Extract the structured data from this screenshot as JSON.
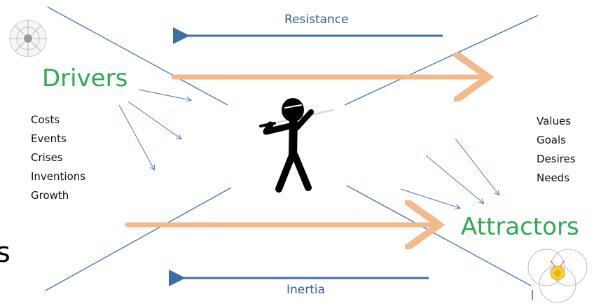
{
  "labels": {
    "resistance": "Resistance",
    "inertia": "Inertia",
    "drivers": "Drivers",
    "attractors": "Attractors",
    "edge_fragment": "s"
  },
  "drivers_list": [
    "Costs",
    "Events",
    "Crises",
    "Inventions",
    "Growth"
  ],
  "attractors_list": [
    "Values",
    "Goals",
    "Desires",
    "Needs"
  ],
  "colors": {
    "green_label": "#2dab4f",
    "orange_arrow": "#f2b98d",
    "blue_arrow": "#3c6fa8",
    "thin_line": "#4a78b8",
    "figure": "#000000"
  },
  "icons": [
    "stick-figure-with-sword-icon",
    "sun-sketch-icon",
    "venn-circles-icon"
  ]
}
